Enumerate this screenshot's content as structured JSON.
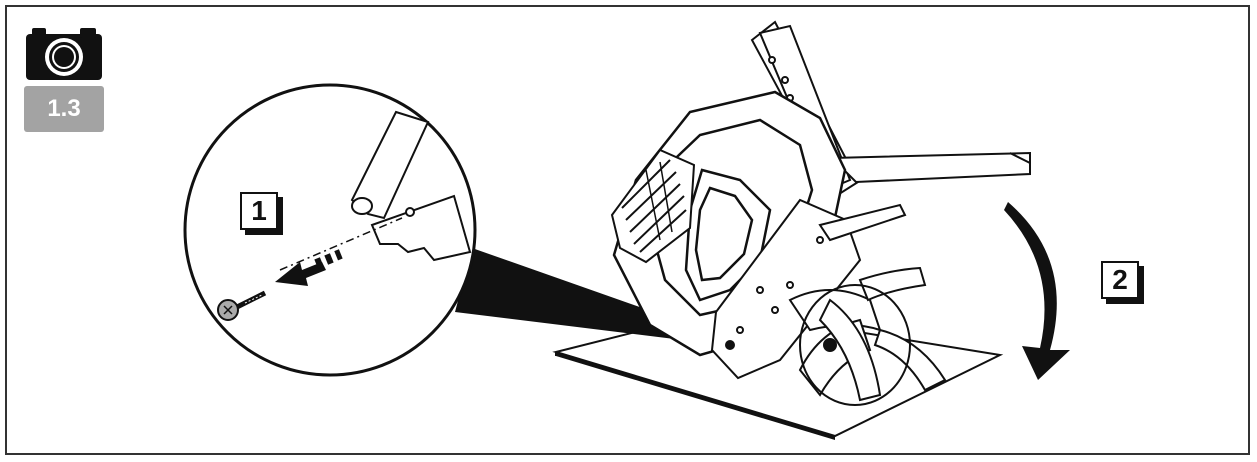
{
  "figure_label": "1.3",
  "step_labels": {
    "step_1": "1",
    "step_2": "2"
  },
  "icons": {
    "photo": "camera-icon",
    "rotate": "curved-arrow-down-icon",
    "removal": "arrow-out-icon"
  },
  "colors": {
    "line": "#111111",
    "badge": "#a3a3a3"
  }
}
